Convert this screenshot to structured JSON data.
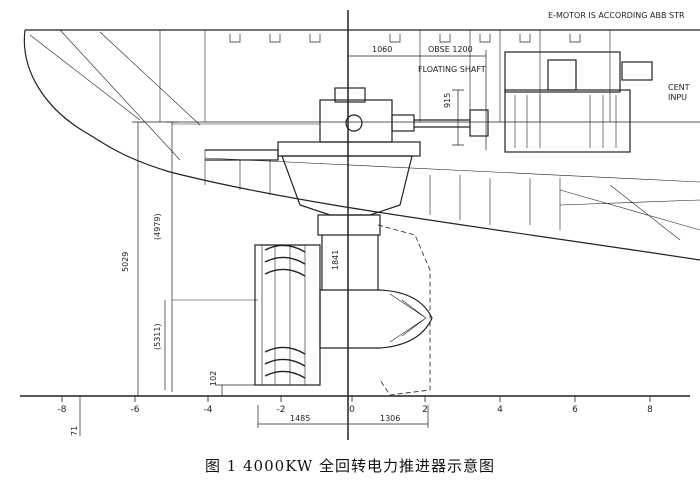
{
  "labels": {
    "emotor_note": "E-MOTOR IS ACCORDING ABB STR",
    "dim_1060": "1060",
    "dim_obse": "OBSE 1200",
    "floating_shaft": "FLOATING SHAFT",
    "dim_915": "915",
    "dim_5029": "5029",
    "dim_4979": "(4979)",
    "dim_5311": "(5311)",
    "dim_102": "102",
    "dim_1485": "1485",
    "dim_1306": "1306",
    "dim_71": "71",
    "dim_1841": "1841",
    "right_cen": "CENT",
    "right_inp": "INPU"
  },
  "axis_ticks": [
    "-8",
    "-6",
    "-4",
    "-2",
    "0",
    "2",
    "4",
    "6",
    "8"
  ],
  "caption": "图 1   4000KW 全回转电力推进器示意图"
}
